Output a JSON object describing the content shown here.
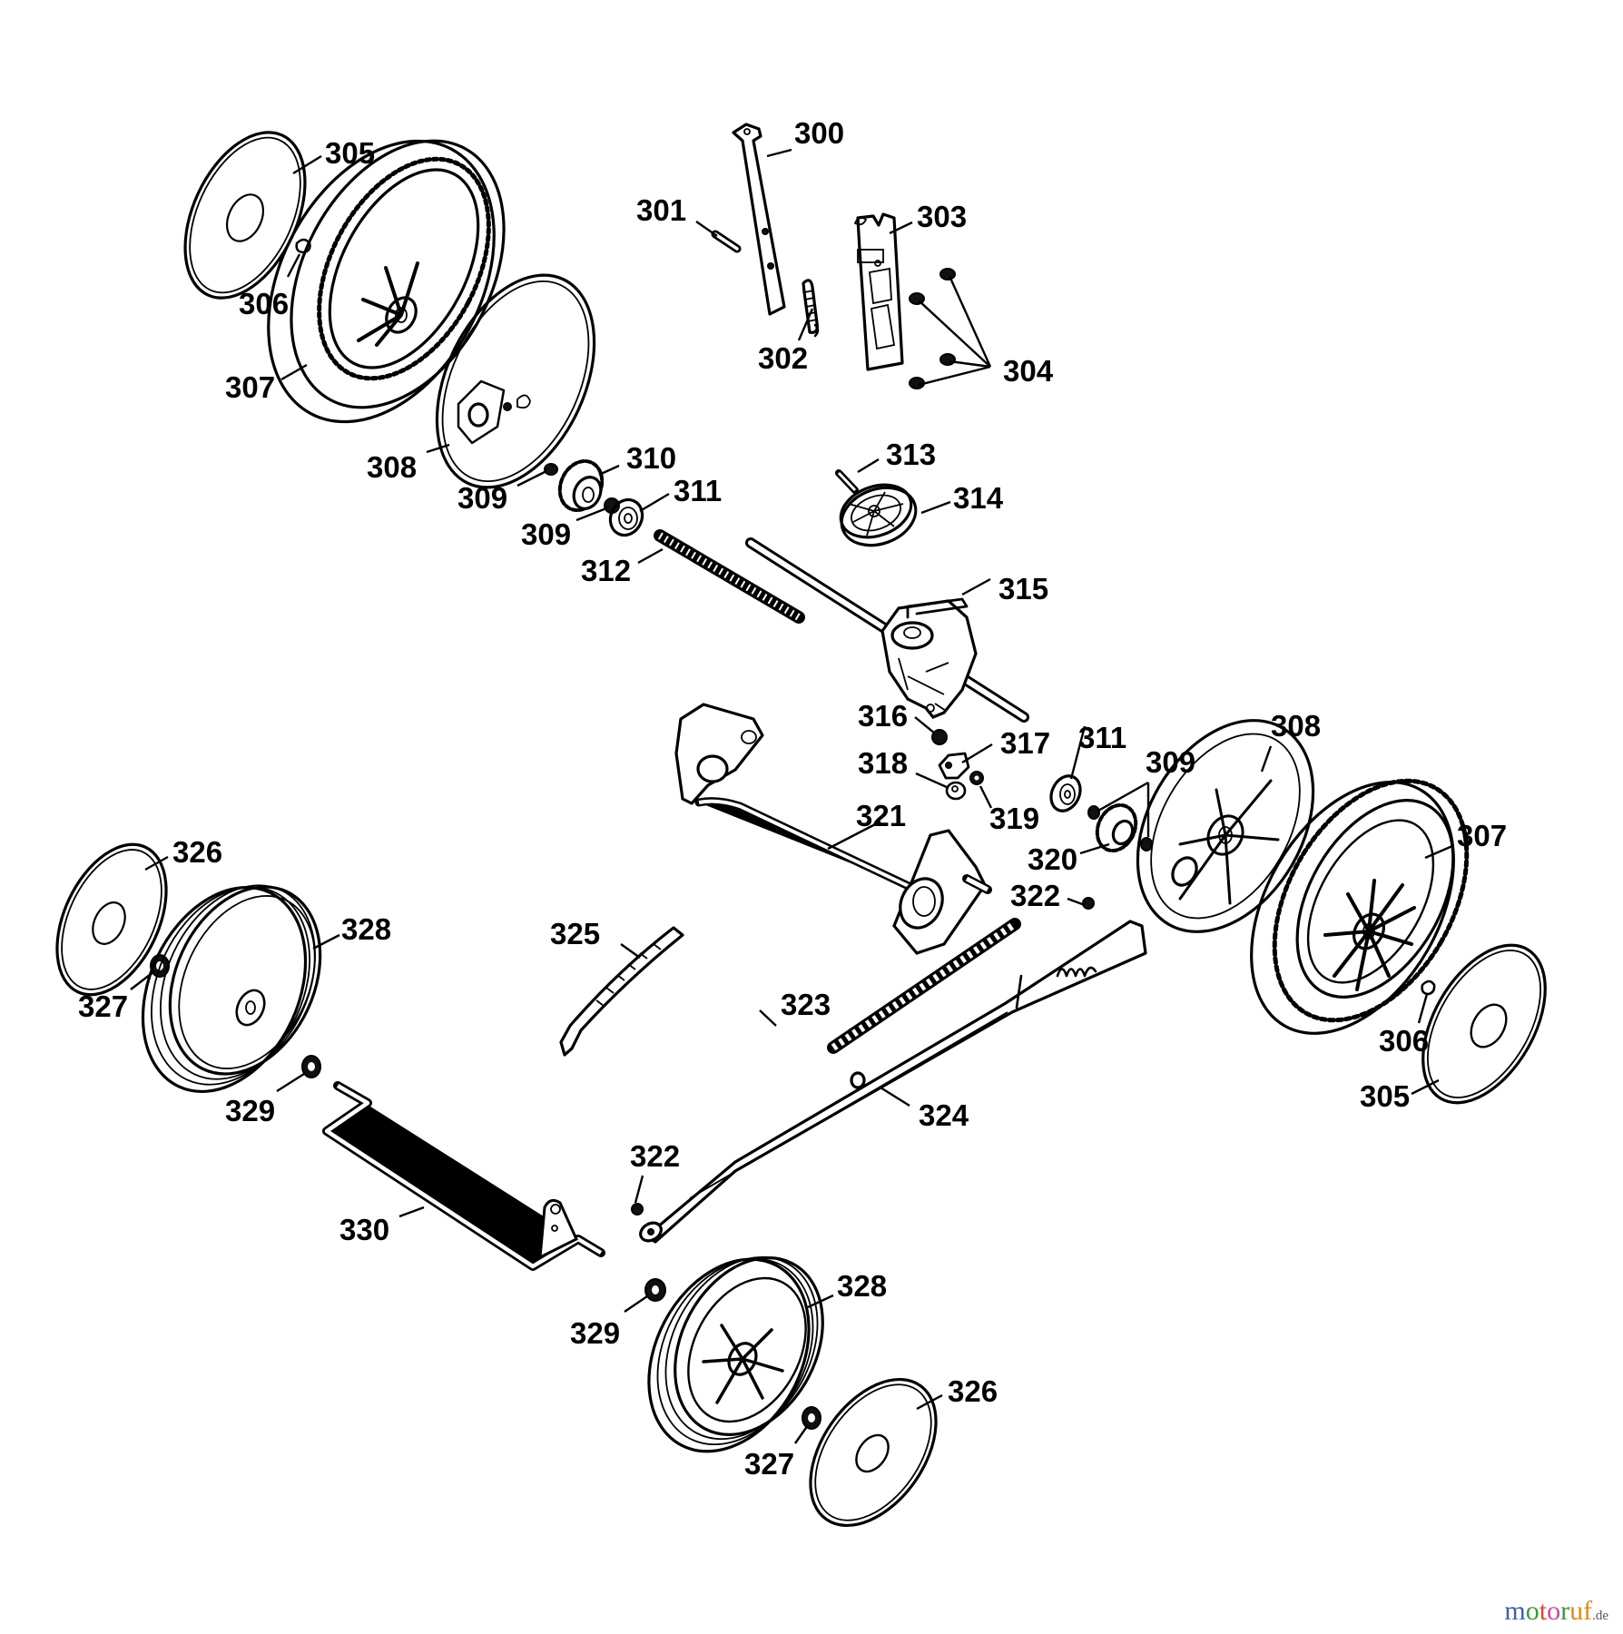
{
  "diagram": {
    "title": "Exploded parts diagram – drive wheels, gearbox and height adjustment",
    "callouts": [
      {
        "id": "c300",
        "label": "300",
        "part": "lever-bar"
      },
      {
        "id": "c301",
        "label": "301",
        "part": "pin"
      },
      {
        "id": "c302",
        "label": "302",
        "part": "spring"
      },
      {
        "id": "c303",
        "label": "303",
        "part": "mounting-plate"
      },
      {
        "id": "c304",
        "label": "304",
        "part": "screws"
      },
      {
        "id": "c305a",
        "label": "305",
        "part": "hub-cap"
      },
      {
        "id": "c306a",
        "label": "306",
        "part": "nut"
      },
      {
        "id": "c307a",
        "label": "307",
        "part": "rear-wheel"
      },
      {
        "id": "c308a",
        "label": "308",
        "part": "wheel-cover"
      },
      {
        "id": "c309a",
        "label": "309",
        "part": "washer"
      },
      {
        "id": "c309b",
        "label": "309",
        "part": "washer"
      },
      {
        "id": "c310",
        "label": "310",
        "part": "pinion-gear"
      },
      {
        "id": "c311a",
        "label": "311",
        "part": "bearing"
      },
      {
        "id": "c312",
        "label": "312",
        "part": "threaded-rod"
      },
      {
        "id": "c313",
        "label": "313",
        "part": "pin"
      },
      {
        "id": "c314",
        "label": "314",
        "part": "pulley"
      },
      {
        "id": "c315",
        "label": "315",
        "part": "gearbox"
      },
      {
        "id": "c316",
        "label": "316",
        "part": "nut"
      },
      {
        "id": "c317",
        "label": "317",
        "part": "bracket"
      },
      {
        "id": "c318",
        "label": "318",
        "part": "washer"
      },
      {
        "id": "c319",
        "label": "319",
        "part": "nut"
      },
      {
        "id": "c311b",
        "label": "311",
        "part": "bearing"
      },
      {
        "id": "c309c",
        "label": "309",
        "part": "washer"
      },
      {
        "id": "c308b",
        "label": "308",
        "part": "wheel-cover"
      },
      {
        "id": "c307b",
        "label": "307",
        "part": "rear-wheel"
      },
      {
        "id": "c320",
        "label": "320",
        "part": "pinion-gear"
      },
      {
        "id": "c321",
        "label": "321",
        "part": "rear-axle-assembly"
      },
      {
        "id": "c322a",
        "label": "322",
        "part": "nut"
      },
      {
        "id": "c306b",
        "label": "306",
        "part": "nut"
      },
      {
        "id": "c305b",
        "label": "305",
        "part": "hub-cap"
      },
      {
        "id": "c326a",
        "label": "326",
        "part": "hub-cap"
      },
      {
        "id": "c328a",
        "label": "328",
        "part": "front-wheel"
      },
      {
        "id": "c325",
        "label": "325",
        "part": "height-rail"
      },
      {
        "id": "c327a",
        "label": "327",
        "part": "nut"
      },
      {
        "id": "c323",
        "label": "323",
        "part": "threaded-rod"
      },
      {
        "id": "c324",
        "label": "324",
        "part": "height-lever"
      },
      {
        "id": "c329a",
        "label": "329",
        "part": "bearing"
      },
      {
        "id": "c322b",
        "label": "322",
        "part": "nut"
      },
      {
        "id": "c330",
        "label": "330",
        "part": "front-axle"
      },
      {
        "id": "c328b",
        "label": "328",
        "part": "front-wheel"
      },
      {
        "id": "c329b",
        "label": "329",
        "part": "bearing"
      },
      {
        "id": "c326b",
        "label": "326",
        "part": "hub-cap"
      },
      {
        "id": "c327b",
        "label": "327",
        "part": "nut"
      }
    ]
  },
  "watermark": {
    "letters": [
      "m",
      "o",
      "t",
      "o",
      "r",
      "u",
      "f"
    ],
    "colors": [
      "#3f5fa8",
      "#3a9a3a",
      "#e0452c",
      "#d14a9a",
      "#3a9a3a",
      "#e08a1c",
      "#e08a1c"
    ],
    "tld": ".de"
  }
}
